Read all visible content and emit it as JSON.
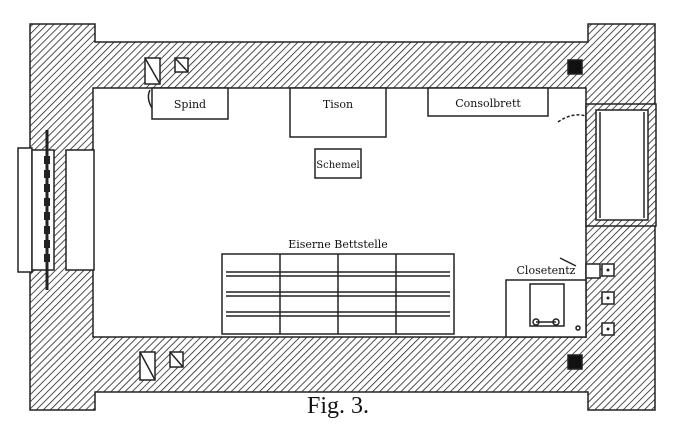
{
  "labels": {
    "spind": "Spind",
    "tison": "Tison",
    "consolbrett": "Consolbrett",
    "schemel": "Schemel",
    "bettstelle": "Eiserne Bettstelle",
    "closet": "Closetentz"
  },
  "caption": "Fig. 3."
}
